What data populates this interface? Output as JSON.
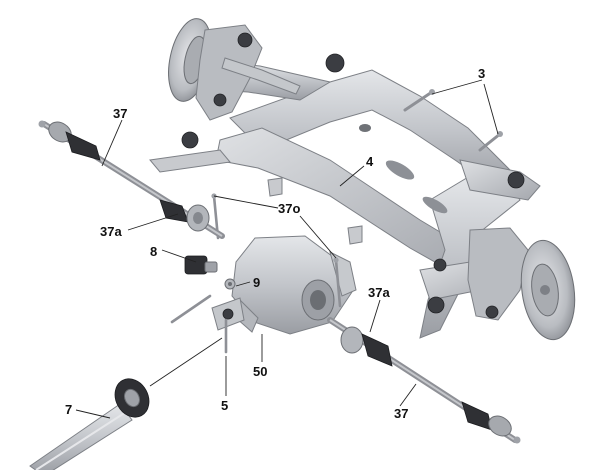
{
  "diagram": {
    "callouts": {
      "c3": "3",
      "c37_top": "37",
      "c4": "4",
      "c37o": "37o",
      "c37a_left": "37a",
      "c8": "8",
      "c9": "9",
      "c37a_right": "37a",
      "c50": "50",
      "c7": "7",
      "c5": "5",
      "c37_bottom": "37"
    },
    "colors": {
      "metal_light": "#d6d8dc",
      "metal_mid": "#b3b6bb",
      "metal_dark": "#85888e",
      "rubber": "#2f3034",
      "background": "#ffffff"
    }
  }
}
